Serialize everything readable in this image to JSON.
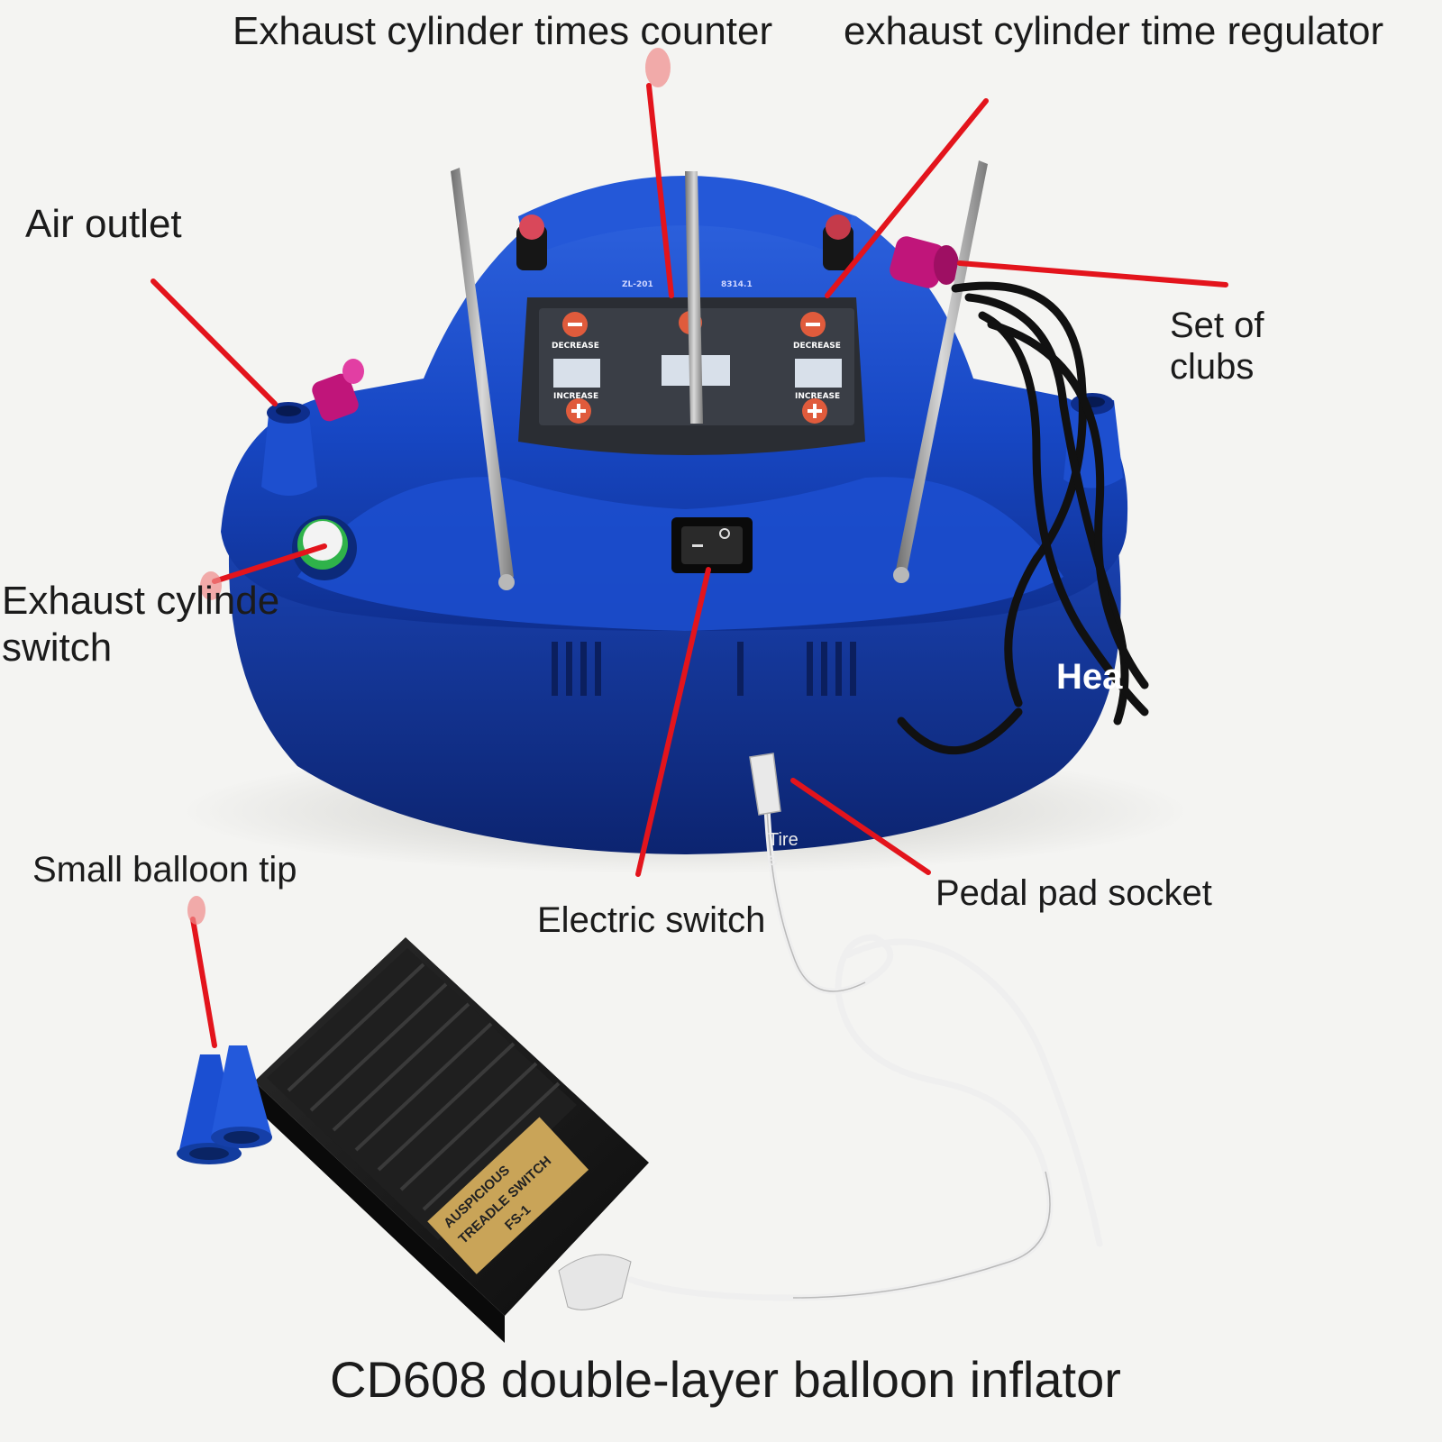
{
  "labels": {
    "top_counter": "Exhaust cylinder times counter",
    "top_regulator": "exhaust cylinder time regulator",
    "air_outlet": "Air outlet",
    "set_of_clubs_line1": "Set of",
    "set_of_clubs_line2": "clubs",
    "exhaust_switch_line1": "Exhaust cylinde",
    "exhaust_switch_line2": "switch",
    "heat": "Hea",
    "small_balloon_tip": "Small balloon tip",
    "electric_switch": "Electric switch",
    "pedal_pad_socket": "Pedal pad socket",
    "cable_tag": "Tire",
    "cable_tag2": "e",
    "caption": "CD608 double-layer balloon inflator"
  },
  "panel": {
    "left_top": "DECREASE",
    "left_bottom": "INCREASE",
    "right_top": "DECREASE",
    "right_bottom": "INCREASE",
    "patent": "ZL-201",
    "patent_no": "8314.1"
  },
  "pedal_plate": {
    "line1": "AUSPICIOUS",
    "line2": "TREADLE SWITCH",
    "line3": "FS-1"
  },
  "colors": {
    "body_blue": "#1747c4",
    "leader_red": "#e3141c",
    "background": "#f4f4f2"
  }
}
